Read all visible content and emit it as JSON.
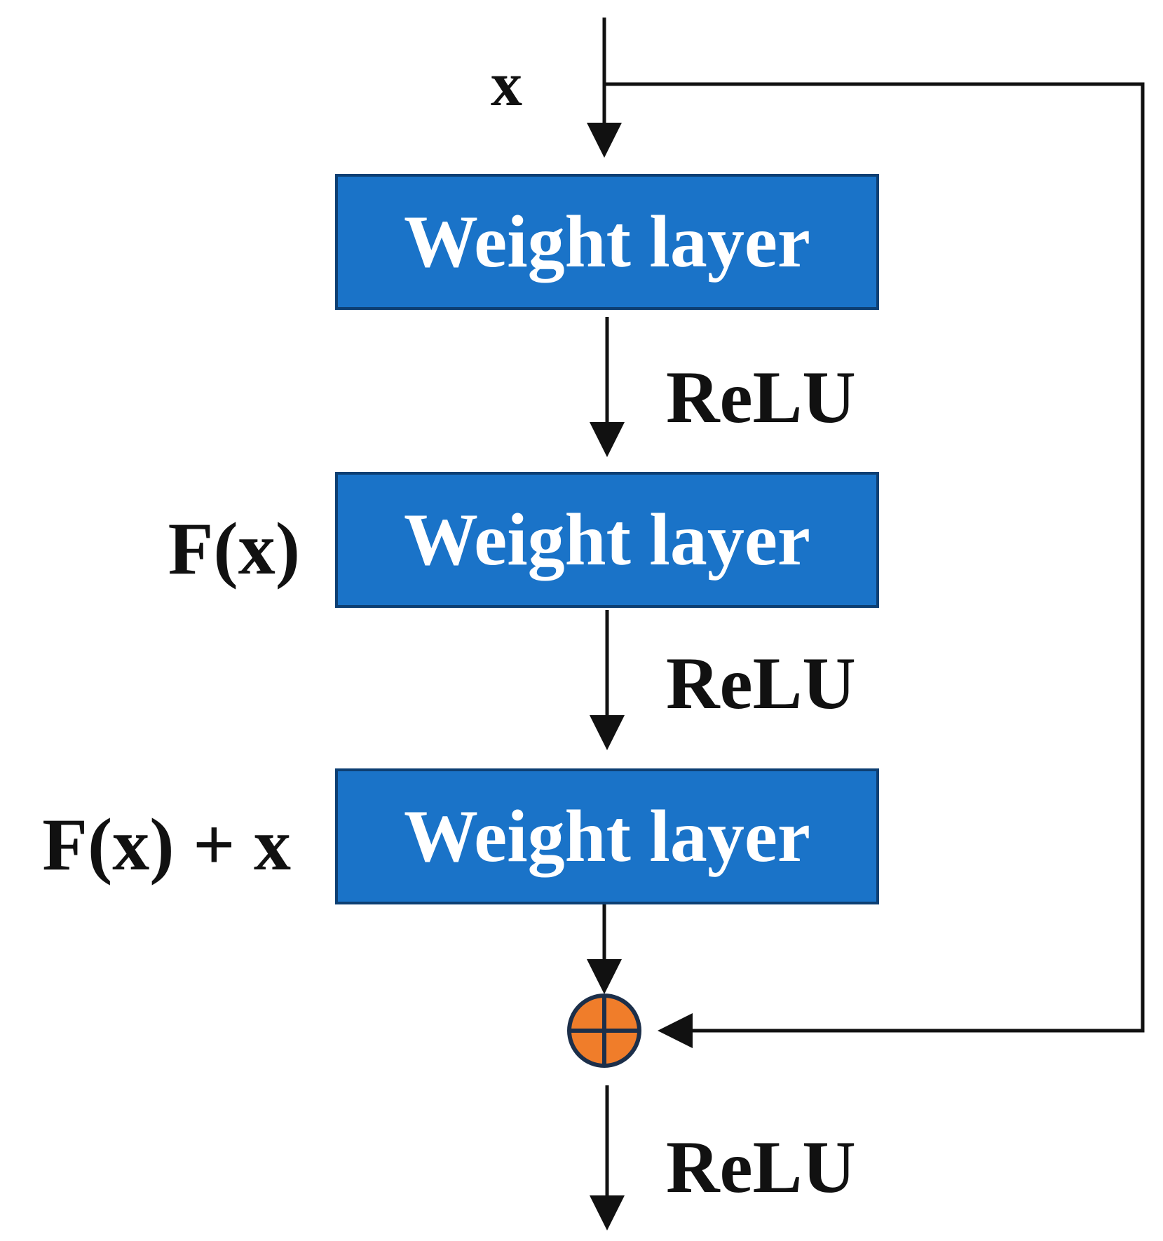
{
  "input": {
    "label": "x"
  },
  "layers": [
    {
      "label": "Weight layer",
      "side_label": ""
    },
    {
      "label": "Weight layer",
      "side_label": "F(x)"
    },
    {
      "label": "Weight layer",
      "side_label": "F(x) + x"
    }
  ],
  "activations": [
    "ReLU",
    "ReLU",
    "ReLU"
  ],
  "colors": {
    "layer_fill": "#1a73c8",
    "layer_border": "#0d3f73",
    "adder_fill": "#f07d2a",
    "adder_stroke": "#1c2f4a",
    "line": "#111111"
  }
}
